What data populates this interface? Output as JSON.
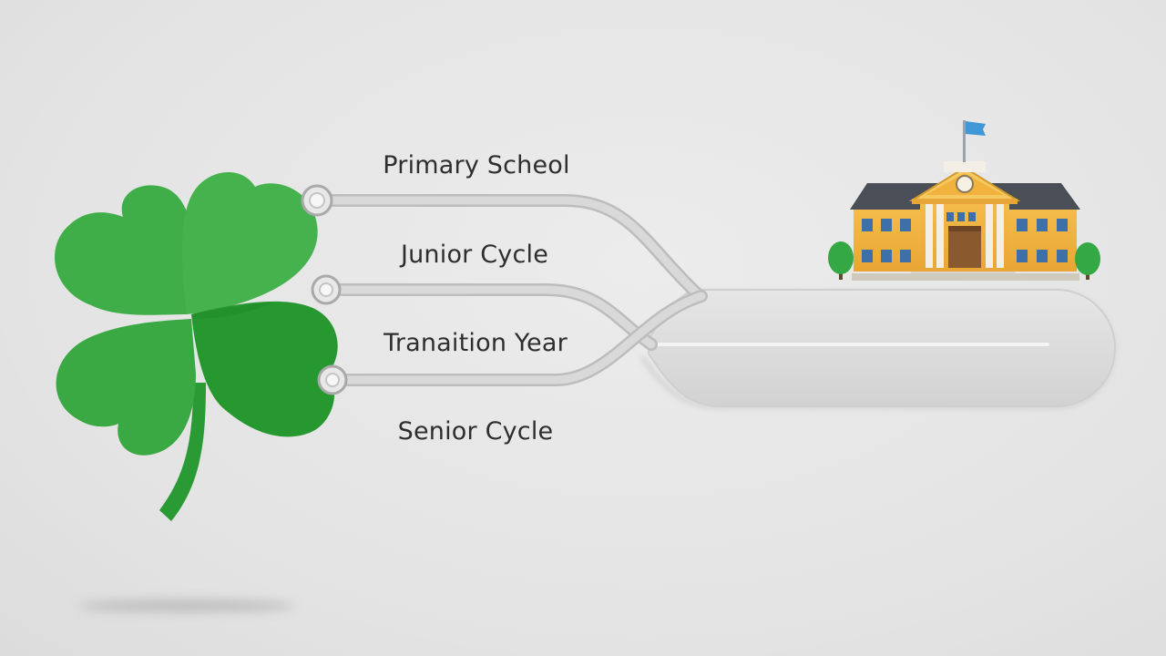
{
  "diagram": {
    "stages": [
      {
        "label": "Primary Scheol"
      },
      {
        "label": "Junior Cycle"
      },
      {
        "label": "Tranaition Year"
      },
      {
        "label": "Senior Cycle"
      }
    ],
    "icons": {
      "shamrock": "shamrock-icon",
      "school": "school-building-icon",
      "tree": "tree-icon",
      "flag": "flag-icon"
    },
    "colors": {
      "shamrock_light": "#3fae49",
      "shamrock_dark": "#25962f",
      "school_wall": "#f2b23e",
      "school_roof": "#4a4f57",
      "flag": "#3f97d6",
      "track": "#d4d4d4",
      "text": "#2e2e2e"
    }
  }
}
